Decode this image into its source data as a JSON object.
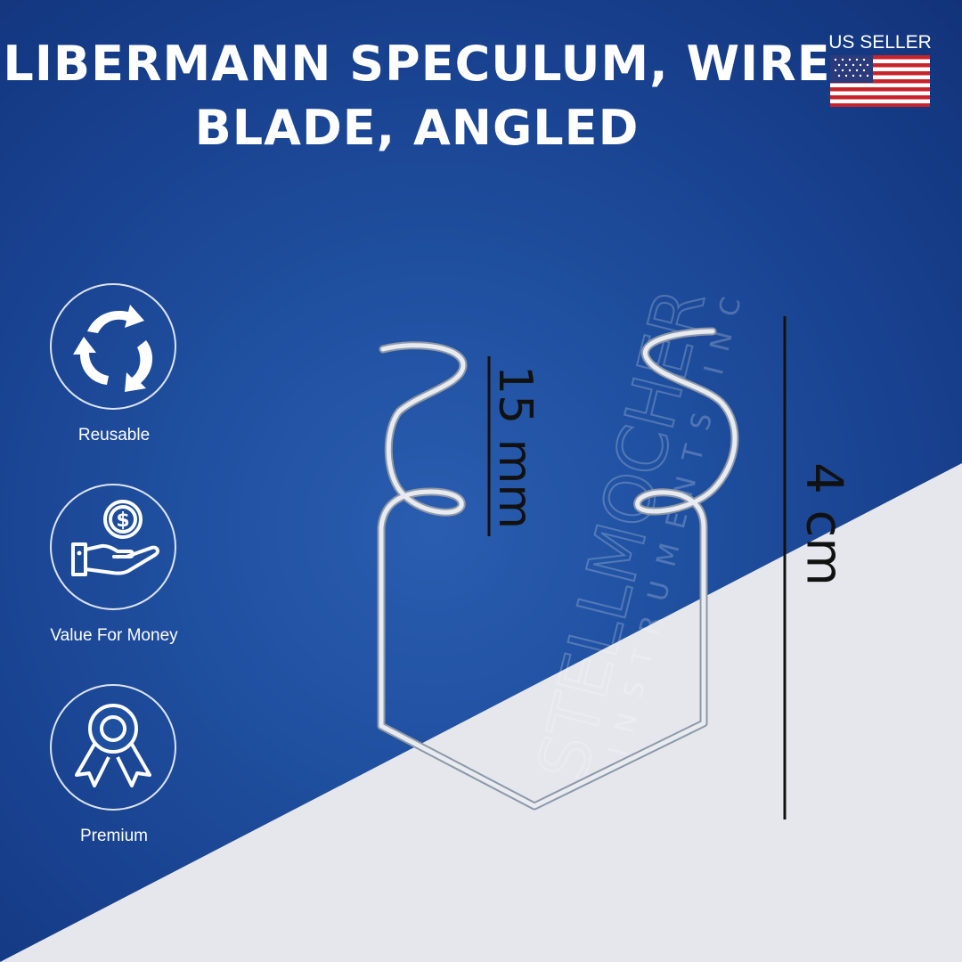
{
  "title": {
    "line1": "LIBERMANN SPECULUM, WIRE",
    "line2": "BLADE, ANGLED"
  },
  "badge": {
    "text": "US SELLER",
    "flag_icon": "us-flag-icon"
  },
  "features": [
    {
      "label": "Reusable",
      "icon": "recycle-arrows-icon"
    },
    {
      "label": "Value For Money",
      "icon": "hand-coin-icon"
    },
    {
      "label": "Premium",
      "icon": "award-ribbon-icon"
    }
  ],
  "dimensions": {
    "blade_length": "15 mm",
    "total_length": "4 cm"
  },
  "watermark": {
    "brand": "STELLMOCHER",
    "sub": "INSTRUMENTS INC"
  },
  "colors": {
    "background_blue": "#1f4f9f",
    "lower_light": "#e6e8ee",
    "text_white": "#ffffff",
    "dimension_text": "#111111"
  }
}
